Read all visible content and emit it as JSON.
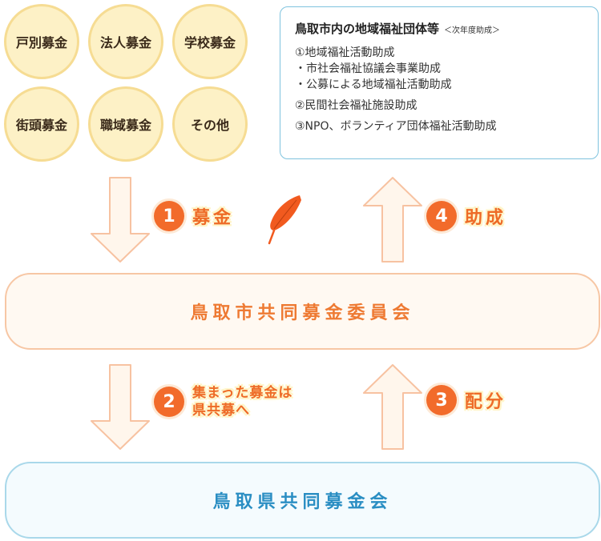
{
  "sources": [
    "戸別募金",
    "法人募金",
    "学校募金",
    "街頭募金",
    "職域募金",
    "その他"
  ],
  "info": {
    "title": "鳥取市内の地域福祉団体等",
    "note": "＜次年度助成＞",
    "lines": [
      "①地域福祉活動助成",
      "・市社会福祉協議会事業助成",
      "・公募による地域福祉活動助成",
      "②民間社会福祉施設助成",
      "③NPO、ボランティア団体福祉活動助成"
    ]
  },
  "steps": [
    {
      "num": "1",
      "label": "募金"
    },
    {
      "num": "2",
      "label": "集まった募金は\n県共募へ"
    },
    {
      "num": "3",
      "label": "配分"
    },
    {
      "num": "4",
      "label": "助成"
    }
  ],
  "city_committee": "鳥取市共同募金委員会",
  "prefecture_committee": "鳥取県共同募金会",
  "colors": {
    "accent": "#f26b2b",
    "city_text": "#ee7a33",
    "pref_text": "#2a8ec3",
    "circle_fill": "#fdf1c6",
    "arrow_fill": "#fff6ec",
    "arrow_stroke": "#f7c2a1"
  }
}
